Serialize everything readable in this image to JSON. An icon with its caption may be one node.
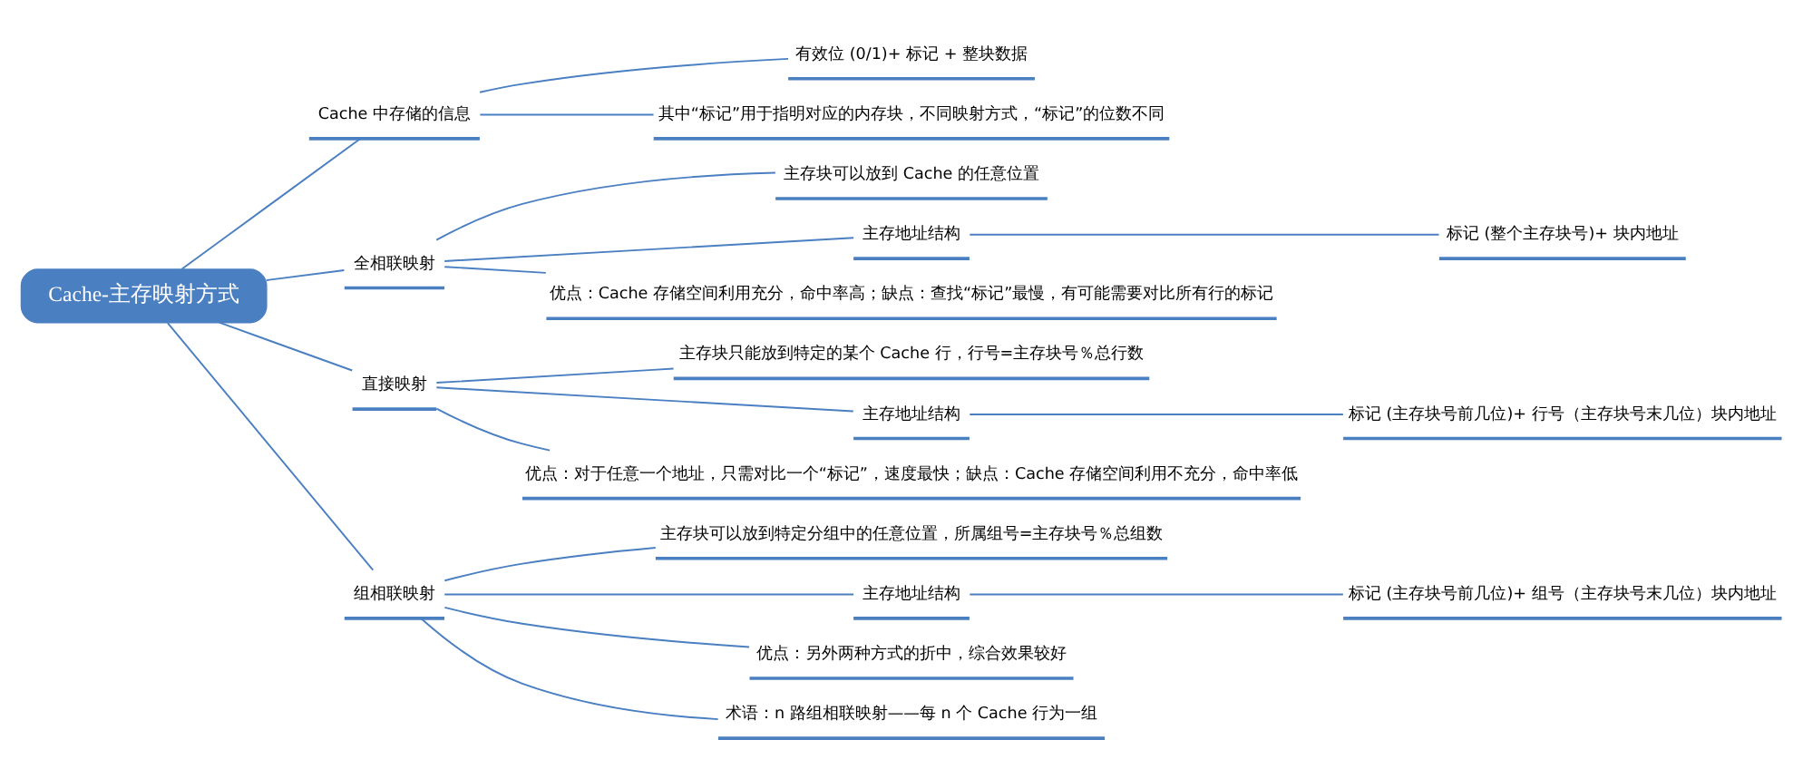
{
  "diagram": {
    "nodes": [
      {
        "text": [
          "Cache-主存映射方式"
        ]
      },
      {
        "text": [
          "Cache 中存储的信息"
        ]
      },
      {
        "text": [
          "有效位 (0/1)+ 标记 + 整块数据"
        ]
      },
      {
        "text": [
          "其中“标记”用于指明对应的内存块，不同映射方式，“标记”的位数不同"
        ]
      },
      {
        "text": [
          "全相联映射"
        ]
      },
      {
        "text": [
          "主存块可以放到 Cache 的任意位置"
        ]
      },
      {
        "text": [
          "主存地址结构"
        ]
      },
      {
        "text": [
          "标记 (整个主存块号)+ 块内地址"
        ]
      },
      {
        "text": [
          "优点：Cache 存储空间利用充分，命中率高；缺点：查找“标记”最慢，有可能需要对比所有行的标记"
        ]
      },
      {
        "text": [
          "直接映射"
        ]
      },
      {
        "text": [
          "主存块只能放到特定的某个 Cache 行，行号=主存块号％总行数"
        ]
      },
      {
        "text": [
          "主存地址结构"
        ]
      },
      {
        "text": [
          "标记 (主存块号前几位)+ 行号（主存块号末几位）块内地址"
        ]
      },
      {
        "text": [
          "优点：对于任意一个地址，只需对比一个“标记”，速度最快；缺点：Cache 存储空间利用不充分，命中率低"
        ]
      },
      {
        "text": [
          "组相联映射"
        ]
      },
      {
        "text": [
          "主存块可以放到特定分组中的任意位置，所属组号=主存块号％总组数"
        ]
      },
      {
        "text": [
          "主存地址结构"
        ]
      },
      {
        "text": [
          "标记 (主存块号前几位)+ 组号（主存块号末几位）块内地址"
        ]
      },
      {
        "text": [
          "优点：另外两种方式的折中，综合效果较好"
        ]
      },
      {
        "text": [
          "术语：n 路组相联映射——每 n 个 Cache 行为一组"
        ]
      }
    ],
    "edges": [
      {
        "from": 0,
        "to": 1,
        "arrow": "none"
      },
      {
        "from": 1,
        "to": 2,
        "arrow": "none"
      },
      {
        "from": 1,
        "to": 3,
        "arrow": "none"
      },
      {
        "from": 0,
        "to": 4,
        "arrow": "none"
      },
      {
        "from": 4,
        "to": 5,
        "arrow": "none"
      },
      {
        "from": 4,
        "to": 6,
        "arrow": "none"
      },
      {
        "from": 6,
        "to": 7,
        "arrow": "none"
      },
      {
        "from": 4,
        "to": 8,
        "arrow": "none"
      },
      {
        "from": 0,
        "to": 9,
        "arrow": "none"
      },
      {
        "from": 9,
        "to": 10,
        "arrow": "none"
      },
      {
        "from": 9,
        "to": 11,
        "arrow": "none"
      },
      {
        "from": 11,
        "to": 12,
        "arrow": "none"
      },
      {
        "from": 9,
        "to": 13,
        "arrow": "none"
      },
      {
        "from": 0,
        "to": 14,
        "arrow": "none"
      },
      {
        "from": 14,
        "to": 15,
        "arrow": "none"
      },
      {
        "from": 14,
        "to": 16,
        "arrow": "none"
      },
      {
        "from": 16,
        "to": 17,
        "arrow": "none"
      },
      {
        "from": 14,
        "to": 18,
        "arrow": "none"
      },
      {
        "from": 14,
        "to": 19,
        "arrow": "none"
      }
    ]
  }
}
